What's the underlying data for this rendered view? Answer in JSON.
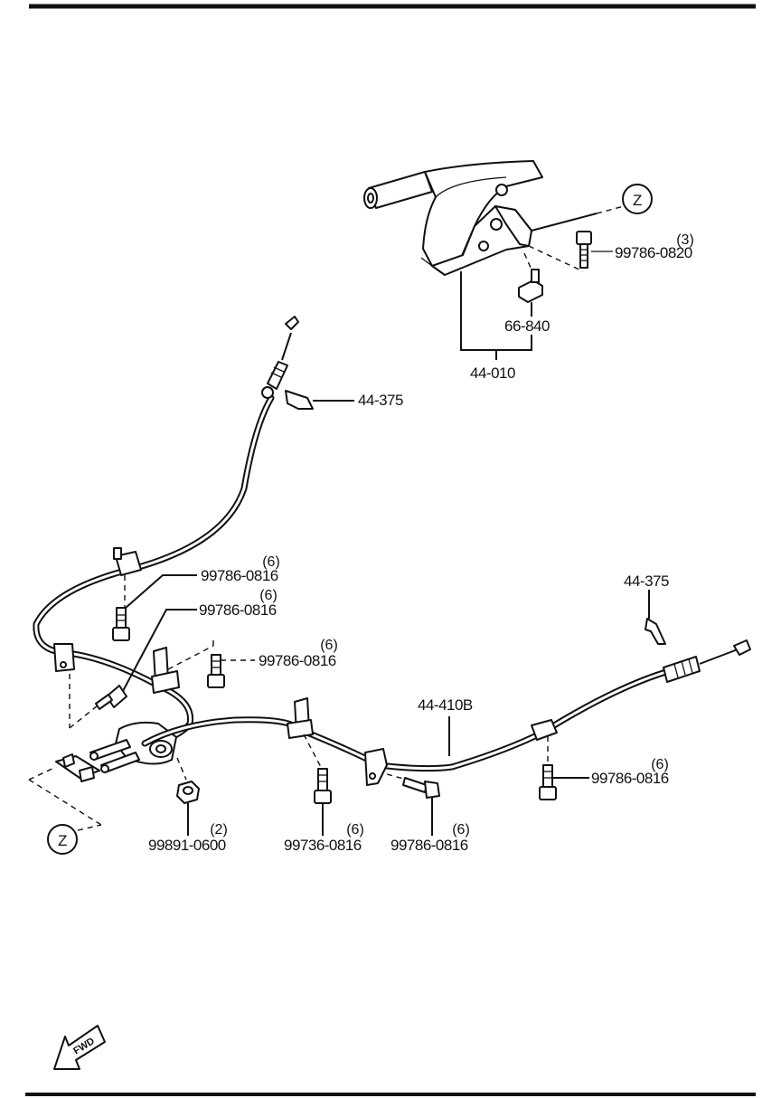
{
  "callouts": {
    "lever_assembly": "44-010",
    "lever_switch": "66-840",
    "lever_bolt": "99786-0820",
    "lever_bolt_qty": "(3)",
    "front_clip": "44-375",
    "rear_clip": "44-375",
    "rear_cable": "44-410B",
    "bolt_a": "99786-0816",
    "bolt_a_qty": "(6)",
    "bolt_b": "99786-0816",
    "bolt_b_qty": "(6)",
    "bolt_c": "99786-0816",
    "bolt_c_qty": "(6)",
    "bolt_d": "99736-0816",
    "bolt_d_qty": "(6)",
    "bolt_e": "99786-0816",
    "bolt_e_qty": "(6)",
    "bolt_f": "99786-0816",
    "bolt_f_qty": "(6)",
    "nut": "99891-0600",
    "nut_qty": "(2)"
  },
  "detail_marker": "Z",
  "direction_arrow": "FWD",
  "icons": [
    "parking-brake-lever",
    "forward-arrow-icon",
    "detail-z-marker"
  ]
}
